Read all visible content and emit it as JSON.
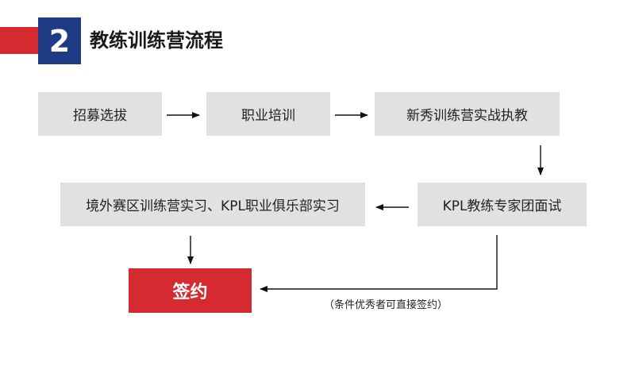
{
  "section": {
    "number": "2",
    "title": "教练训练营流程"
  },
  "nodes": {
    "recruit": "招募选拔",
    "training": "职业培训",
    "rookie_camp": "新秀训练营实战执教",
    "expert_interview": "KPL教练专家团面试",
    "internship": "境外赛区训练营实习、KPL职业俱乐部实习",
    "sign": "签约"
  },
  "note": "（条件优秀者可直接签约）",
  "colors": {
    "accent_red": "#d42a30",
    "navy": "#1f3b86",
    "box_gray": "#e1e1e1"
  }
}
